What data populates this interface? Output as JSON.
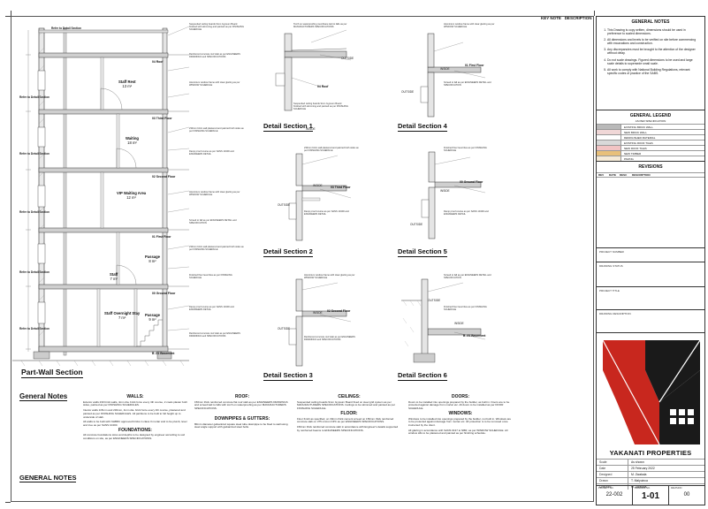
{
  "keys": {
    "key_note": "KEY NOTE",
    "description": "DESCRIPTION"
  },
  "drawing": {
    "part_wall": {
      "title": "Part-Wall Section",
      "refer_labels": [
        "Refer to Detail Section",
        "Refer to Detail Section",
        "Refer to Detail Section",
        "Refer to Detail Section",
        "Refer to Detail Section",
        "Refer to Detail Section"
      ],
      "levels": [
        "04 Roof",
        "03 Third Floor",
        "02 Second Floor",
        "01 First Floor",
        "00 Ground Floor",
        "B -01 Basement"
      ],
      "rooms": [
        {
          "name": "Staff Rest",
          "area": "13 m²"
        },
        {
          "name": "Waiting",
          "area": "18 m²"
        },
        {
          "name": "VIP Waiting Area",
          "area": "12 m²"
        },
        {
          "name": "Passage",
          "area": "8 m²"
        },
        {
          "name": "Staff Overnight Stay",
          "area": "7 m²"
        },
        {
          "name": "Passage",
          "area": "9 m²"
        },
        {
          "name": "Staff",
          "area": "7 m²"
        }
      ]
    },
    "details": [
      {
        "title": "Detail Section 1",
        "level": "04 Roof"
      },
      {
        "title": "Detail Section 4",
        "level": "01 First Floor"
      },
      {
        "title": "Detail Section 2",
        "level": "03 Third Floor"
      },
      {
        "title": "Detail Section 5",
        "level": "00 Ground Floor"
      },
      {
        "title": "Detail Section 3",
        "level": "02 Second Floor"
      },
      {
        "title": "Detail Section 6",
        "level": "B -01 Basement"
      }
    ],
    "side_labels": {
      "inside": "INSIDE",
      "outside": "OUTSIDE"
    },
    "annotations": [
      "Suspended ceiling boards 9mm Gypsum Board finished with skimming and painted as per FINISHING SCHEDULE",
      "Reinforced concrete roof slab as per ENGINEERS DRAWINGS and SPECIFICATIONS",
      "Torch on waterproofing membrane laid to falls as per MANUFACTURERS SPECIFICATIONS",
      "230mm brick wall plastered and painted both sides as per FINISHING SCHEDULE",
      "Aluminium window frame with clear glazing as per WINDOW SCHEDULE",
      "Damp proof course as per SANS 10400 and ENGINEERS DETAIL",
      "Screed to fall as per ENGINEERS DETAIL and SPECIFICATION",
      "Finished floor level tiles as per FINISHING SCHEDULE"
    ]
  },
  "notes": {
    "heading": "General Notes",
    "heading_bottom": "GENERAL NOTES",
    "walls": {
      "title": "WALLS:",
      "paras": [
        "Exterior walls 230 brick walls, 4mm dia. brick force every 4th course, 2 coats plaster both sides, painted as per FINISHING SCHEDULES.",
        "Interior walls 115mm and 230mm, 4mm dia. brick force every 4th course, plastered and painted as per FINISHING SCHEDULES. All partitions to be built to full height up to underside of slab.",
        "All walls to be built with NHBRC approved bricks in class II mortar and to be plumb, level and true as per SANS 10400."
      ]
    },
    "foundations": {
      "title": "FOUNDATIONS:",
      "paras": [
        "All concrete foundations sizes and depths to be designed by engineer according to soil conditions on site, as per ENGINEERS SPECIFICATIONS."
      ]
    },
    "roof": {
      "title": "ROOF:",
      "paras": [
        "150mm thick reinforced concrete flat roof slab as per ENGINEERS DRAWINGS and screed laid to falls with torch on waterproofing as per MANUFACTURERS SPECIFICATIONS."
      ]
    },
    "downpipes": {
      "title": "DOWNPIPES & GUTTERS:",
      "paras": [
        "80mm diameter galvanized square steel tube downpipe to be fixed to wall using steel angle support with galvanized steel bolts."
      ]
    },
    "ceilings": {
      "title": "CEILINGS:",
      "paras": [
        "Suspended ceiling boards 9mm Gypsum Board fixed on steel grid system as per MANUFACTURERS SPECIFICATIONS. Ceilings to be skimmed and painted as per FINISHING SCHEDULE."
      ]
    },
    "floor": {
      "title": "FLOOR:",
      "paras": [
        "Floor finish as specified, on 30mm thick cement screed on 150mm thick reinforced concrete slab on 375 micron DPC as per ENGINEERS SPECIFICATIONS.",
        "150mm thick reinforced concrete slab in accordance with Engineer's details supported by reinforced beams to ENGINEERS SPECIFICATIONS."
      ]
    },
    "doors": {
      "title": "DOORS:",
      "paras": [
        "Doors to be installed into openings prepared by the builder, as built in. Doors are to be protected against damage from mortar etc. All doors to be installed as per DOOR SCHEDULE."
      ]
    },
    "windows": {
      "title": "WINDOWS:",
      "paras": [
        "Windows to be installed into openings prepared by the builder, not built in. Windows are to be protected against damage from mortar etc. All protection is to be removed once instructed by the client.",
        "All glazing in accordance with SANS 0137 to NBR, as per WINDOW SCHEDULE. All window sills to be plastered and painted as per finishing schedule."
      ]
    }
  },
  "titleblock": {
    "general_notes_title": "GENERAL NOTES",
    "general_notes": [
      "This Drawing is copy written, dimensions should be used in preference to scaled dimensions.",
      "All dimensions and levels to be verified on site before commencing with excavations and construction.",
      "Any discrepancies must be brought to the attention of the designer without delay.",
      "Do not scale drawings. Figured dimensions to be used and large scale details to supersede small scale.",
      "All work to comply with National Building Regulations, relevant specific codes of practice of the SABS."
    ],
    "legend_title": "GENERAL LEGEND",
    "legend_subtitle": "AS PER SPECIFICATION",
    "legend": [
      {
        "label": "EXISTING BRICK WALL",
        "color": "#b9b9b9"
      },
      {
        "label": "NEW BRICK WALL",
        "color": "#f0d7d7"
      },
      {
        "label": "DEMOLISHED MATERIAL",
        "color": "#ffffff"
      },
      {
        "label": "EXISTING ROOF TILES",
        "color": "#d9d9d9"
      },
      {
        "label": "NEW ROOF TILES",
        "color": "#f2c4c4"
      },
      {
        "label": "NEW TIMBER",
        "color": "#e8c07a"
      },
      {
        "label": "PAVING",
        "color": "#f5ead7"
      }
    ],
    "revisions_title": "REVISIONS",
    "rev_cols": [
      "REV",
      "DATE",
      "DESC",
      "DESCRIPTION"
    ],
    "project_number_label": "PROJECT NUMBER",
    "drawing_status_label": "DRAWING STATUS",
    "project_title_label": "PROJECT TITLE",
    "drawing_description_label": "DRAWING DESCRIPTION",
    "brand": "YAKANATI PROPERTIES",
    "brand_colors": {
      "red": "#c8271e",
      "black": "#1a1a1a"
    },
    "info": [
      {
        "k": "Scale",
        "v": "As shown"
      },
      {
        "k": "Date",
        "v": "25 February 2022"
      },
      {
        "k": "Designed",
        "v": "M. Zwakala"
      },
      {
        "k": "Drawn",
        "v": "T. Malyuinca"
      },
      {
        "k": "Checked",
        "v": "M. Zwakala"
      }
    ],
    "project_no_label": "PROJECT NO.",
    "project_no": "22-002",
    "drawing_no_label": "DRAWING NO.",
    "drawing_no": "1-01",
    "revision_label": "REVISION",
    "revision": "00"
  }
}
